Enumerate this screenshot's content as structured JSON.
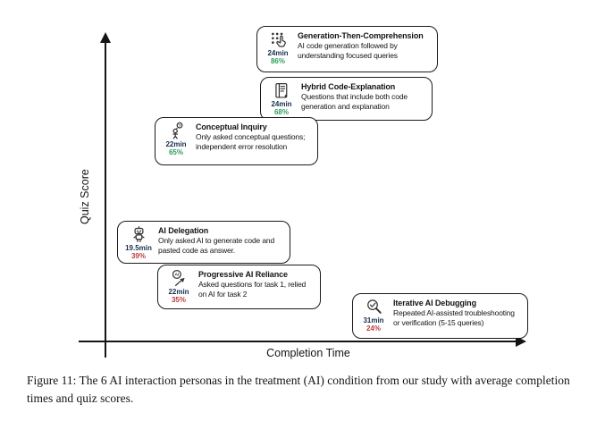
{
  "figure": {
    "y_axis_label": "Quiz Score",
    "x_axis_label": "Completion Time",
    "caption": "Figure 11: The 6 AI interaction personas in the treatment (AI) condition from our study with average completion times and quiz scores."
  },
  "colors": {
    "score_green": "#2e9e5e",
    "score_red": "#c03a3a",
    "time_navy": "#16304f"
  },
  "personas": [
    {
      "title": "Generation-Then-Comprehension",
      "description": "AI code generation followed by understanding focused queries",
      "time": "24min",
      "score": "86%",
      "score_color": "score_green",
      "icon": "tap-keypad-icon"
    },
    {
      "title": "Hybrid Code-Explanation",
      "description": "Questions that include both code generation and explanation",
      "time": "24min",
      "score": "68%",
      "score_color": "score_green",
      "icon": "document-lines-icon"
    },
    {
      "title": "Conceptual Inquiry",
      "description": "Only asked conceptual questions; independent error resolution",
      "time": "22min",
      "score": "65%",
      "score_color": "score_green",
      "icon": "thinking-person-icon"
    },
    {
      "title": "AI Delegation",
      "description": "Only asked AI to generate code and pasted code as answer.",
      "time": "19.5min",
      "score": "39%",
      "score_color": "score_red",
      "icon": "robot-icon"
    },
    {
      "title": "Progressive AI Reliance",
      "description": "Asked questions for task 1, relied on AI for task 2",
      "time": "22min",
      "score": "35%",
      "score_color": "score_red",
      "icon": "ai-badge-arrow-icon"
    },
    {
      "title": "Iterative AI Debugging",
      "description": "Repeated AI-assisted troubleshooting or verification (5-15 queries)",
      "time": "31min",
      "score": "24%",
      "score_color": "score_red",
      "icon": "magnifier-check-icon"
    }
  ]
}
